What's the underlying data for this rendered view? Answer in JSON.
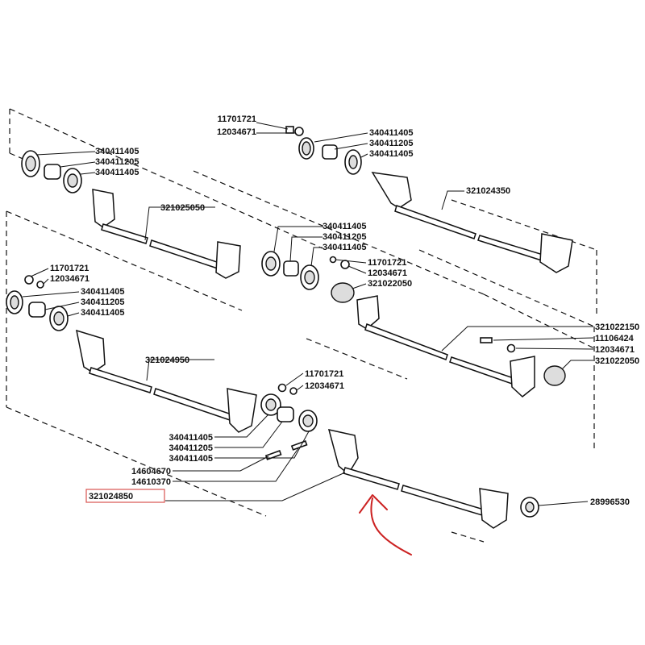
{
  "labels": {
    "top_11701721": "11701721",
    "top_12034671": "12034671",
    "top_340411405_a": "340411405",
    "top_340411205": "340411205",
    "top_340411405_b": "340411405",
    "top_321024350": "321024350",
    "left_340411405_a": "340411405",
    "left_340411205": "340411205",
    "left_340411405_b": "340411405",
    "left_321025050": "321025050",
    "mid_340411405_a": "340411405",
    "mid_340411205": "340411205",
    "mid_340411405_b": "340411405",
    "mid_11701721": "11701721",
    "mid_12034671": "12034671",
    "mid_321022050": "321022050",
    "r_321022150": "321022150",
    "r_11106424": "11106424",
    "r_12034671": "12034671",
    "r_321022050": "321022050",
    "l2_11701721": "11701721",
    "l2_12034671": "12034671",
    "l2_340411405_a": "340411405",
    "l2_340411205": "340411205",
    "l2_340411405_b": "340411405",
    "l2_321024950": "321024950",
    "b_11701721": "11701721",
    "b_12034671": "12034671",
    "b_340411405_a": "340411405",
    "b_340411205": "340411205",
    "b_340411405_b": "340411405",
    "b_14604670": "14604670",
    "b_14610370": "14610370",
    "b_321024850": "321024850",
    "b_28996530": "28996530"
  },
  "highlight": {
    "label_key": "b_321024850",
    "box_color": "#d9534f"
  },
  "arrow_color": "#cc2222"
}
